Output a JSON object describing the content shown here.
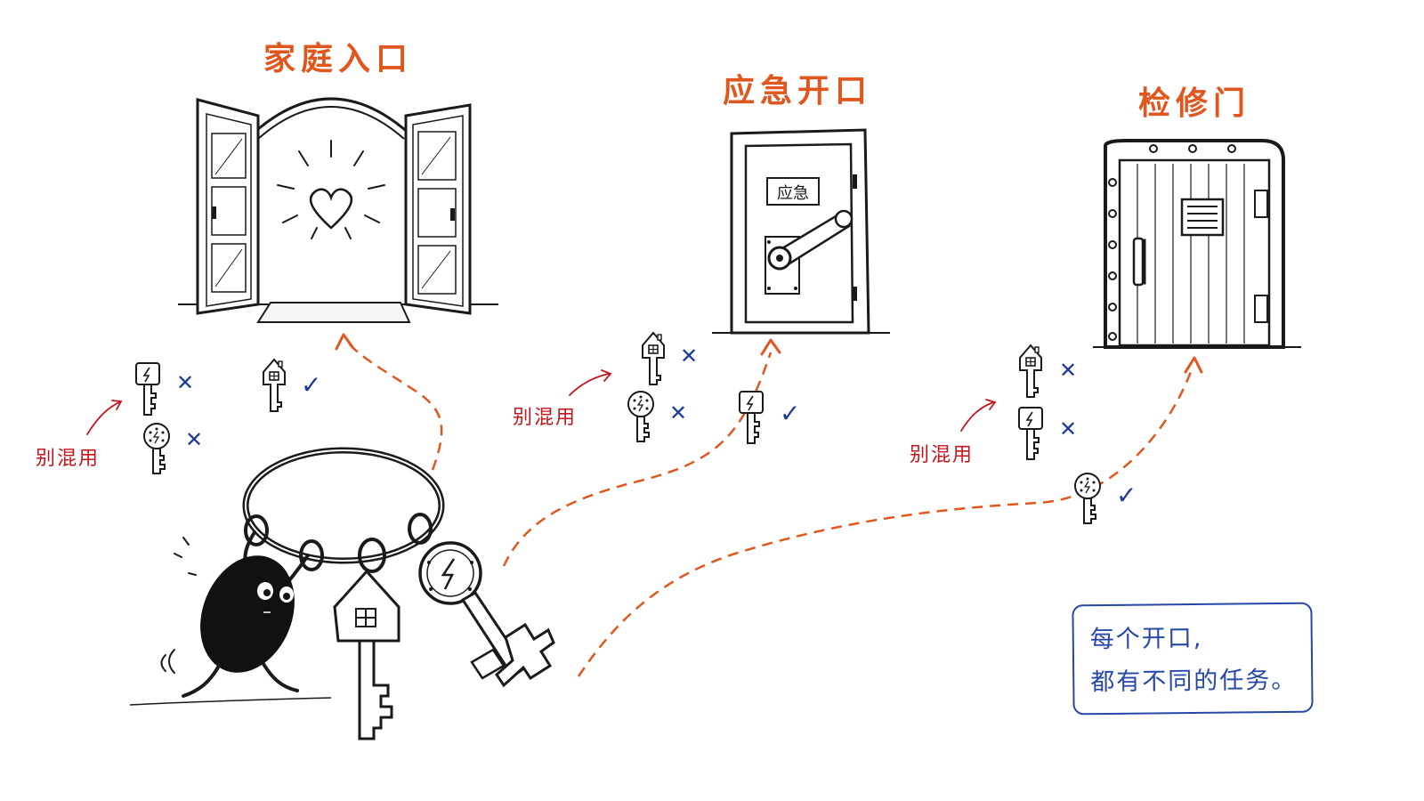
{
  "doors": {
    "family": {
      "title": "家庭入口"
    },
    "emergency": {
      "title": "应急开口",
      "sign": "应急"
    },
    "maintenance": {
      "title": "检修门"
    }
  },
  "warnings": {
    "family": "别混用",
    "emergency": "别混用",
    "maintenance": "别混用"
  },
  "marks": {
    "wrong": "✕",
    "right": "✓"
  },
  "note": {
    "line1": "每个开口,",
    "line2": "都有不同的任务。"
  },
  "colors": {
    "title": "#e0561c",
    "path": "#e0561c",
    "warning": "#c4141c",
    "marks": "#1f3a9a",
    "note": "#2747a8",
    "ink": "#1a1a1a"
  },
  "icons": [
    "house-key-icon",
    "lightning-key-icon",
    "dotted-key-icon",
    "heart-icon"
  ]
}
